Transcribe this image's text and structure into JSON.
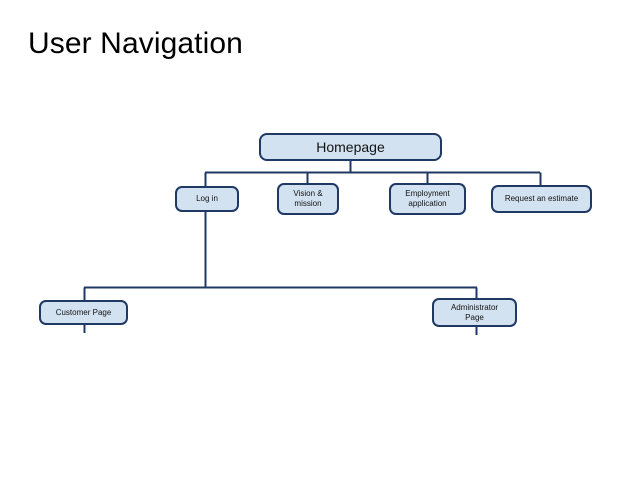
{
  "slide": {
    "title": "User Navigation",
    "background_color": "#ffffff",
    "title_color": "#000000"
  },
  "diagram": {
    "type": "tree",
    "node_fill_color": "#d3e2f1",
    "node_border_color": "#1f3864",
    "connector_color": "#1f3864",
    "nodes": [
      {
        "id": "homepage",
        "label": "Homepage",
        "level": 1
      },
      {
        "id": "login",
        "label": "Log in",
        "level": 2
      },
      {
        "id": "vision",
        "label": "Vision &\nmission",
        "level": 2
      },
      {
        "id": "employment",
        "label": "Employment\napplication",
        "level": 2
      },
      {
        "id": "estimate",
        "label": "Request an estimate",
        "level": 2
      },
      {
        "id": "customer",
        "label": "Customer Page",
        "level": 3
      },
      {
        "id": "admin",
        "label": "Administrator\nPage",
        "level": 3
      }
    ],
    "edges": [
      {
        "from": "homepage",
        "to": "login"
      },
      {
        "from": "homepage",
        "to": "vision"
      },
      {
        "from": "homepage",
        "to": "employment"
      },
      {
        "from": "homepage",
        "to": "estimate"
      },
      {
        "from": "login",
        "to": "customer"
      },
      {
        "from": "login",
        "to": "admin"
      }
    ]
  }
}
